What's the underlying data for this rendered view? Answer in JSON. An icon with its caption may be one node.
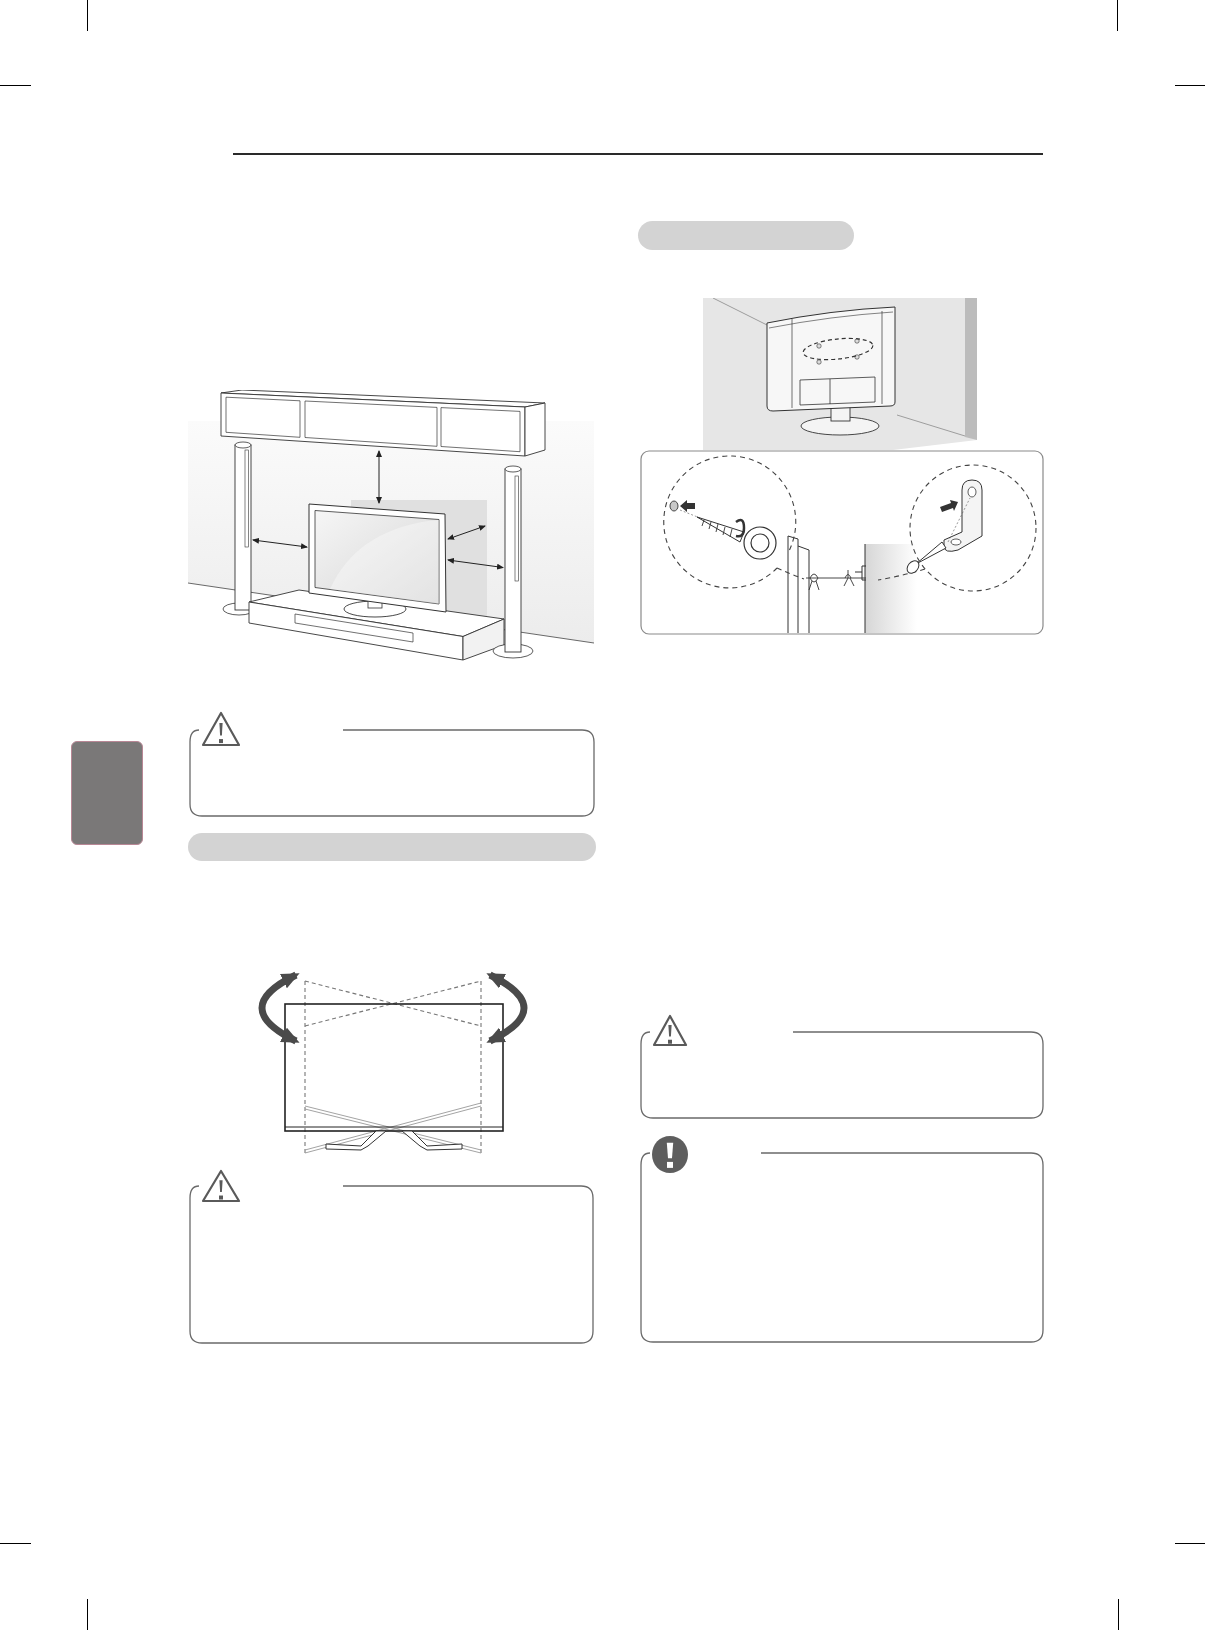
{
  "diagram": {
    "nodes": [
      {
        "text": [],
        "shape": "box"
      },
      {
        "text": [],
        "shape": "box"
      },
      {
        "text": [],
        "shape": "bar"
      },
      {
        "text": [],
        "shape": "box"
      },
      {
        "text": [],
        "shape": "bar"
      },
      {
        "text": [],
        "shape": "box"
      },
      {
        "text": [],
        "shape": "box"
      }
    ]
  }
}
